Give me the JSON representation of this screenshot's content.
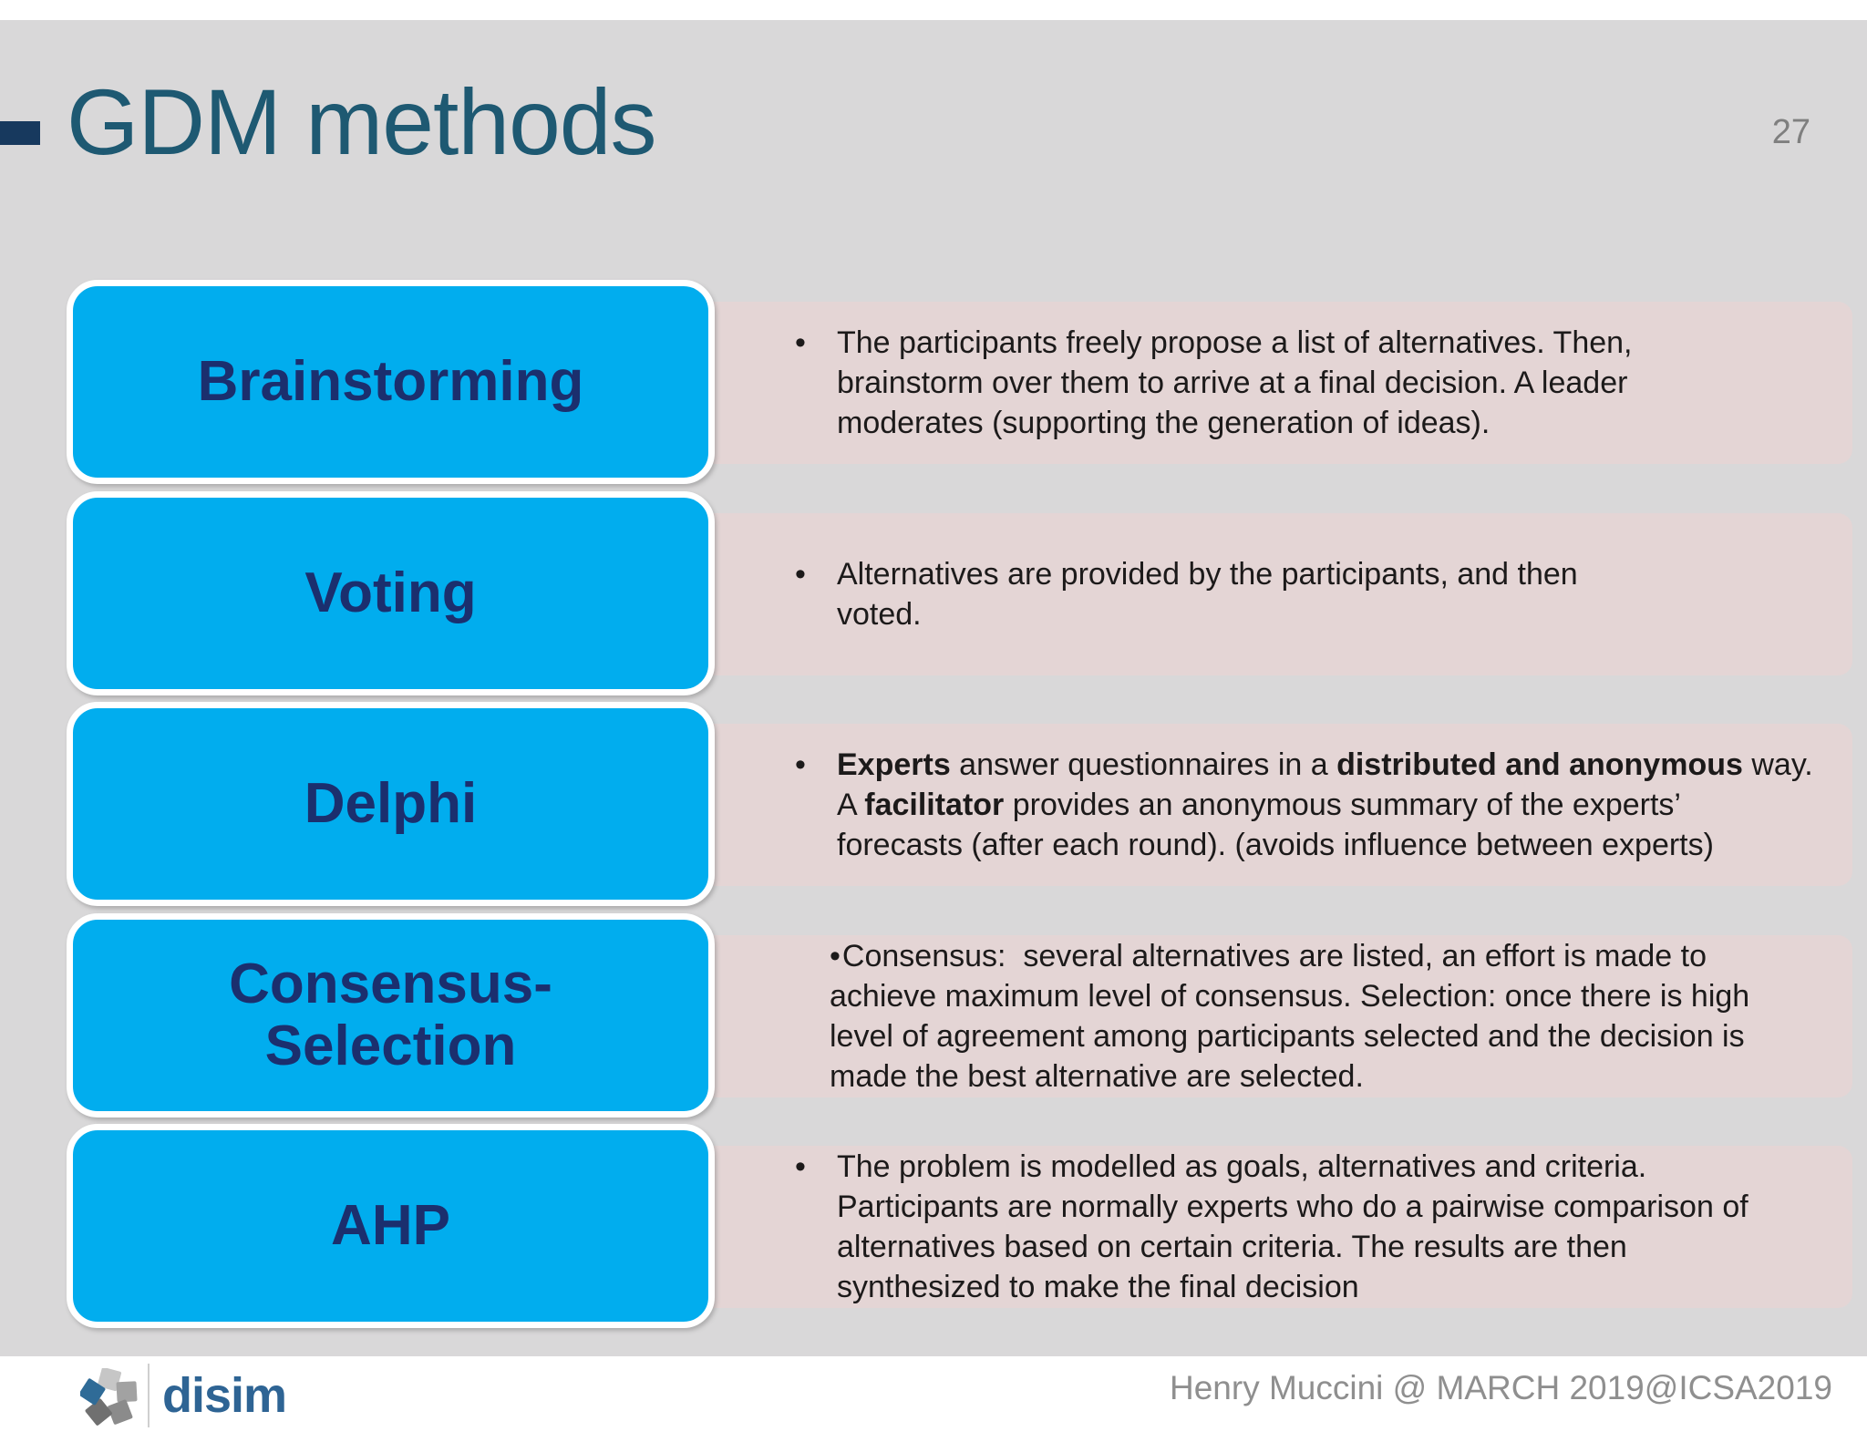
{
  "slide": {
    "title": "GDM methods",
    "page_number": "27",
    "colors": {
      "box_blue": "#01adee",
      "band_pink": "#e4d5d5",
      "bg_gray": "#d9d8d9",
      "title_color": "#1e5972",
      "label_navy": "#1b2f6e",
      "accent_bar": "#17395e",
      "logo_blue": "#2e6494",
      "footer_text_gray": "#8f8f8f"
    },
    "rows": [
      {
        "label_lines": [
          "Brainstorming"
        ],
        "flush": false,
        "desc_lines": [
          [
            {
              "t": "The participants freely propose a list of alternatives. Then,"
            }
          ],
          [
            {
              "t": "brainstorm over them to arrive at a final decision. A leader"
            }
          ],
          [
            {
              "t": "moderates (supporting the generation of ideas)."
            }
          ]
        ]
      },
      {
        "label_lines": [
          "Voting"
        ],
        "flush": false,
        "desc_lines": [
          [
            {
              "t": "Alternatives are provided by the participants, and then"
            }
          ],
          [
            {
              "t": "voted."
            }
          ]
        ]
      },
      {
        "label_lines": [
          "Delphi"
        ],
        "flush": false,
        "desc_lines": [
          [
            {
              "t": "Experts",
              "b": true
            },
            {
              "t": " answer questionnaires in a "
            },
            {
              "t": "distributed and anonymous",
              "b": true
            },
            {
              "t": " way."
            }
          ],
          [
            {
              "t": "A "
            },
            {
              "t": "facilitator",
              "b": true
            },
            {
              "t": " provides an anonymous summary of the experts’"
            }
          ],
          [
            {
              "t": "forecasts (after each round). (avoids influence between experts)"
            }
          ]
        ]
      },
      {
        "label_lines": [
          "Consensus-",
          "Selection"
        ],
        "flush": true,
        "desc_lines": [
          [
            {
              "t": "Consensus:  several alternatives are listed, an effort is made to"
            }
          ],
          [
            {
              "t": "achieve maximum level of consensus. Selection: once there is high"
            }
          ],
          [
            {
              "t": "level of agreement among participants selected and the decision is"
            }
          ],
          [
            {
              "t": "made the best alternative are selected."
            }
          ]
        ]
      },
      {
        "label_lines": [
          "AHP"
        ],
        "flush": false,
        "desc_lines": [
          [
            {
              "t": "The problem is modelled as goals, alternatives and criteria."
            }
          ],
          [
            {
              "t": "Participants are normally experts who do a pairwise comparison of"
            }
          ],
          [
            {
              "t": "alternatives based on certain criteria. The results are then"
            }
          ],
          [
            {
              "t": "synthesized to make the final decision"
            }
          ]
        ]
      }
    ],
    "bullet_glyph": "•",
    "footer": {
      "logo_text": "disim",
      "credit": "Henry Muccini @ MARCH 2019@ICSA2019"
    }
  }
}
